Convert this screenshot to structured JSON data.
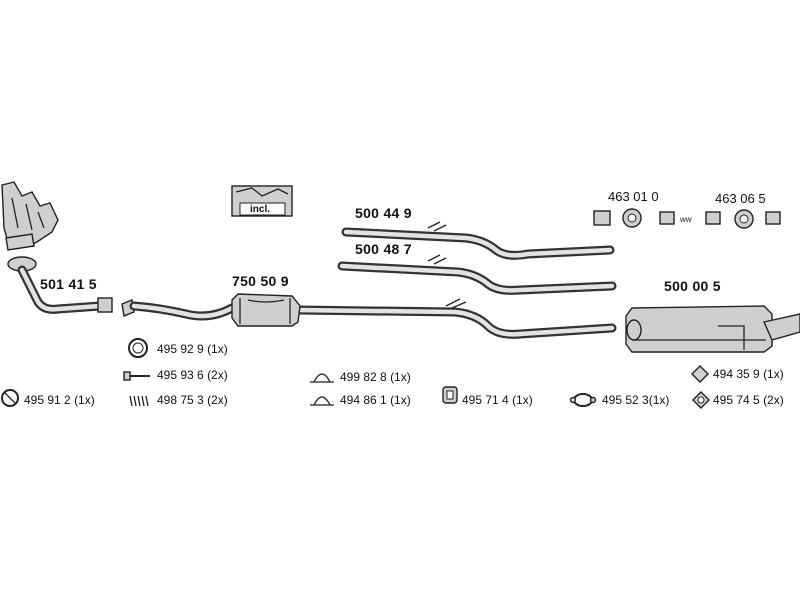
{
  "parts": {
    "manifold_pipe": "501 41 5",
    "catalyst": "750 50 9",
    "pipe_upper": "500 44 9",
    "pipe_lower": "500 48 7",
    "rear_silencer": "500 00 5",
    "clamp_a": "463 01 0",
    "clamp_b": "463 06 5"
  },
  "kit_badge": "incl.",
  "accessories": [
    {
      "number": "495 92 9",
      "qty": "(1x)"
    },
    {
      "number": "495 93 6",
      "qty": "(2x)"
    },
    {
      "number": "498 75 3",
      "qty": "(2x)"
    },
    {
      "number": "495 91 2",
      "qty": "(1x)"
    },
    {
      "number": "499 82 8",
      "qty": "(1x)"
    },
    {
      "number": "494 86 1",
      "qty": "(1x)"
    },
    {
      "number": "495 71 4",
      "qty": "(1x)"
    },
    {
      "number": "495 52 3",
      "qty": "(1x)"
    },
    {
      "number": "494 35 9",
      "qty": "(1x)"
    },
    {
      "number": "495 74 5",
      "qty": "(2x)"
    }
  ],
  "colors": {
    "line": "#222222",
    "part_fill": "#cfcfcf",
    "background": "#ffffff"
  }
}
